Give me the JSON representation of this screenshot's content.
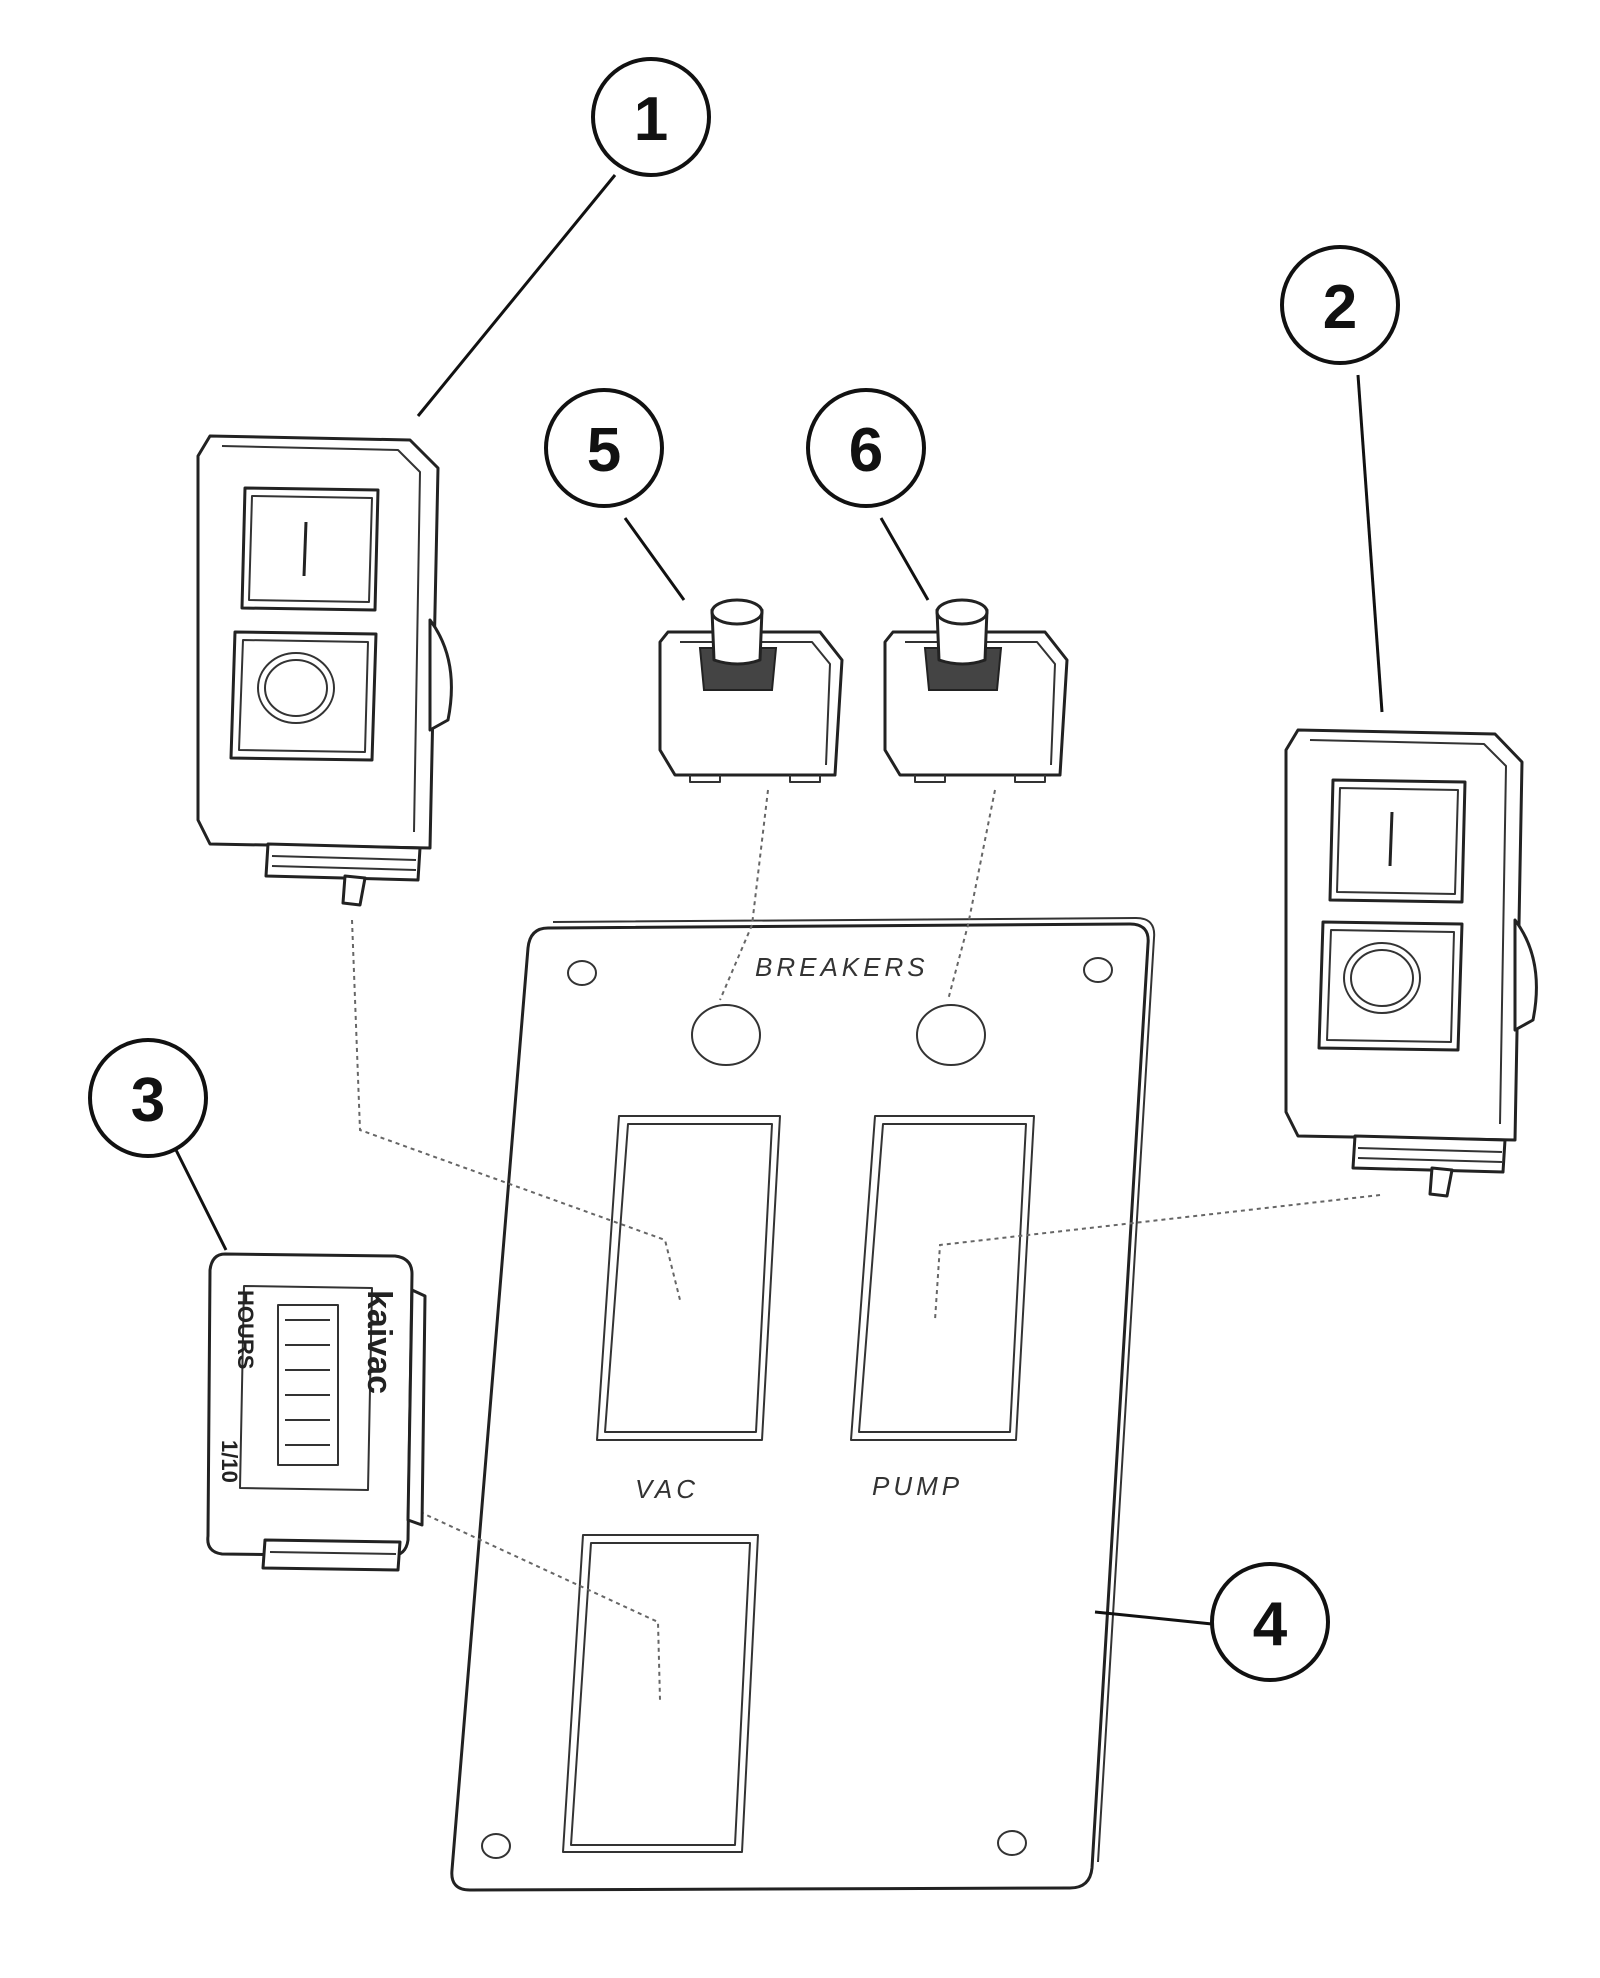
{
  "callouts": {
    "c1": "1",
    "c2": "2",
    "c3": "3",
    "c4": "4",
    "c5": "5",
    "c6": "6"
  },
  "panel": {
    "breakers_label": "BREAKERS",
    "vac_label": "VAC",
    "pump_label": "PUMP"
  },
  "hour_meter": {
    "brand": "kaivac",
    "units": "HOURS",
    "scale": "1/10"
  }
}
